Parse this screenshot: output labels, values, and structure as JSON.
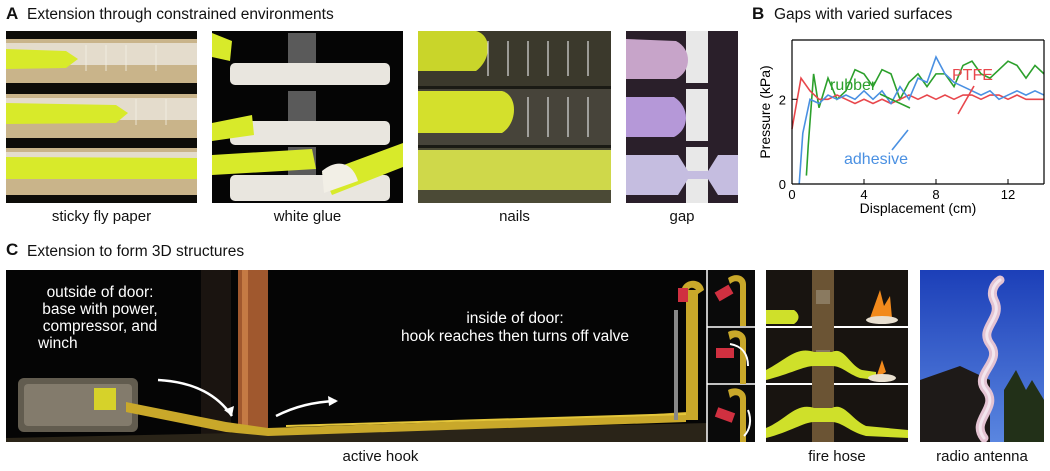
{
  "panel_a": {
    "label": "A",
    "title": "Extension through constrained environments",
    "captions": [
      "sticky fly paper",
      "white glue",
      "nails",
      "gap"
    ]
  },
  "panel_b": {
    "label": "B",
    "title": "Gaps with varied surfaces",
    "series_labels": [
      "rubber",
      "PTFE",
      "adhesive"
    ]
  },
  "panel_c": {
    "label": "C",
    "title": "Extension to form 3D structures",
    "annotation_outside": [
      "outside of door:",
      "base with power,",
      "compressor, and",
      "winch"
    ],
    "annotation_inside": [
      "inside of door:",
      "hook reaches then turns off valve"
    ],
    "captions": [
      "active hook",
      "fire hose",
      "radio antenna"
    ]
  },
  "colors": {
    "rubber": "#2ca02c",
    "ptfe": "#e8474c",
    "adhesive": "#4a90e2"
  },
  "chart_data": {
    "type": "line",
    "title": "Gaps with varied surfaces",
    "xlabel": "Displacement (cm)",
    "ylabel": "Pressure (kPa)",
    "xlim": [
      0,
      14
    ],
    "ylim": [
      0,
      3.4
    ],
    "xticks": [
      0,
      4,
      8,
      12
    ],
    "yticks": [
      0,
      2
    ],
    "tick_labels_x": [
      "0",
      "4",
      "8",
      "12"
    ],
    "tick_labels_y": [
      "0",
      "2"
    ],
    "grid": false,
    "series": [
      {
        "name": "rubber",
        "color": "#2ca02c",
        "x": [
          0.8,
          0.9,
          1.2,
          1.5,
          2,
          2.5,
          3,
          3.5,
          4,
          4.5,
          5,
          5.5,
          6,
          6.5,
          7,
          7.5,
          8,
          8.5,
          9,
          9.5,
          10,
          10.5,
          11,
          11.5,
          12,
          12.5,
          13,
          13.5,
          14
        ],
        "y": [
          0.2,
          0.9,
          2.6,
          1.8,
          2.5,
          2.0,
          2.2,
          2.7,
          2.6,
          2.3,
          2.7,
          2.6,
          2.0,
          2.4,
          2.6,
          2.3,
          2.6,
          2.6,
          2.3,
          2.8,
          2.9,
          2.6,
          2.5,
          2.7,
          2.9,
          2.8,
          2.5,
          2.8,
          2.6
        ]
      },
      {
        "name": "PTFE",
        "color": "#e8474c",
        "x": [
          0,
          0.5,
          1,
          1.5,
          2,
          2.5,
          3,
          3.5,
          4,
          4.5,
          5,
          5.5,
          6,
          6.5,
          7,
          7.5,
          8,
          8.5,
          9,
          9.5,
          10,
          10.5,
          11,
          11.5,
          12,
          12.5,
          13,
          13.5,
          14
        ],
        "y": [
          1.3,
          2.5,
          2.2,
          2.0,
          2.0,
          2.1,
          2.0,
          1.9,
          2.0,
          1.9,
          2.0,
          1.9,
          2.0,
          2.1,
          2.0,
          2.1,
          2.0,
          2.1,
          2.0,
          2.1,
          2.1,
          2.0,
          2.1,
          2.1,
          2.0,
          2.1,
          2.0,
          2.0,
          2.0
        ]
      },
      {
        "name": "adhesive",
        "color": "#4a90e2",
        "x": [
          0.4,
          0.6,
          1,
          1.5,
          2,
          2.5,
          3,
          3.5,
          4,
          4.5,
          5,
          5.5,
          6,
          6.5,
          7,
          7.5,
          8,
          8.5,
          9,
          9.5,
          10,
          10.5,
          11,
          11.5,
          12,
          12.5,
          13,
          13.5,
          14
        ],
        "y": [
          0.0,
          1.2,
          2.0,
          1.9,
          2.1,
          2.0,
          2.1,
          2.0,
          2.2,
          2.0,
          2.2,
          1.9,
          2.3,
          2.0,
          2.5,
          2.4,
          3.0,
          2.6,
          2.4,
          2.3,
          2.2,
          2.1,
          2.2,
          2.0,
          2.1,
          2.2,
          2.1,
          2.2,
          2.1
        ]
      }
    ]
  }
}
